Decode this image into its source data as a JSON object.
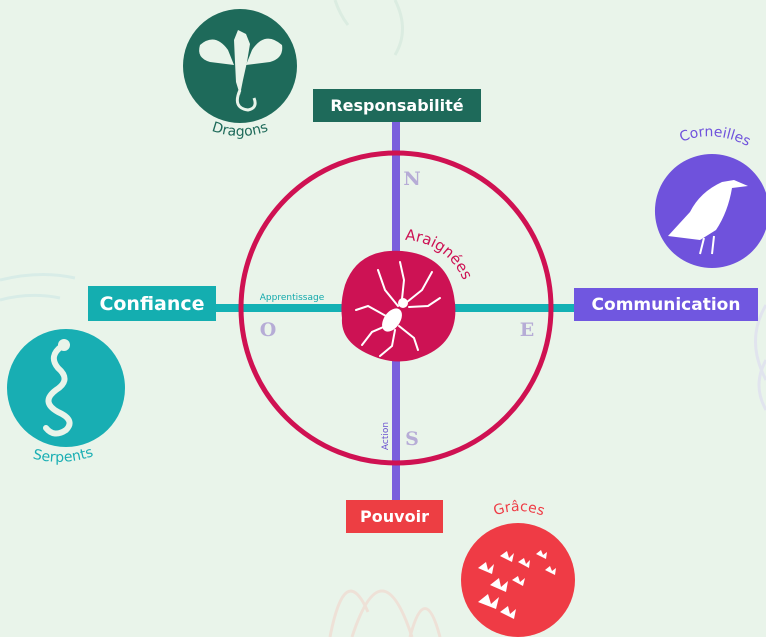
{
  "colors": {
    "background": "#e9f4ea",
    "ring": "#cf1152",
    "axis_vertical": "#7a5fdc",
    "axis_horizontal": "#13b1b4",
    "letters": "#b6acd6",
    "dragons": "#1e6a5a",
    "corneilles": "#6f52dc",
    "serpents": "#18aeb3",
    "graces": "#ef3b45",
    "araignees": "#cd1254"
  },
  "directions": {
    "north": "Responsabilité",
    "west": "Confiance",
    "east": "Communication",
    "south": "Pouvoir"
  },
  "cardinals": {
    "n": "N",
    "o": "O",
    "e": "E",
    "s": "S"
  },
  "axis_labels": {
    "horizontal": "Apprentissage",
    "vertical": "Action"
  },
  "groups": {
    "center": "Araignées",
    "dragons": "Dragons",
    "corneilles": "Corneilles",
    "serpents": "Serpents",
    "graces": "Grâces"
  },
  "icons": {
    "center": "spider-icon",
    "dragons": "dragon-icon",
    "corneilles": "crow-icon",
    "serpents": "snake-icon",
    "graces": "butterflies-icon"
  }
}
